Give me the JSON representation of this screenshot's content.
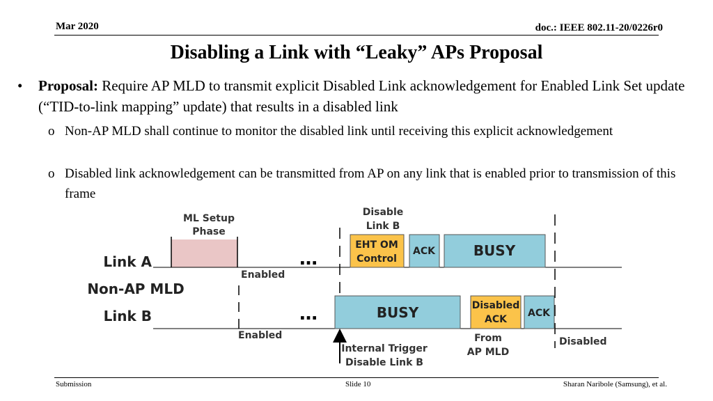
{
  "header": {
    "date": "Mar 2020",
    "doc": "doc.: IEEE 802.11-20/0226r0"
  },
  "title": "Disabling a Link with “Leaky” APs Proposal",
  "bullet": {
    "lead": "Proposal:",
    "text": " Require AP MLD to transmit explicit Disabled Link acknowledgement for Enabled Link Set update (“TID-to-link mapping” update) that results in a disabled link"
  },
  "subbullets": [
    "Non-AP MLD shall continue to monitor the disabled link until receiving this explicit acknowledgement",
    "Disabled link acknowledgement can be transmitted from AP on any link that is enabled prior to transmission of this frame"
  ],
  "diagram": {
    "ml_setup": [
      "ML Setup",
      "Phase"
    ],
    "disable_link_b": [
      "Disable",
      "Link B"
    ],
    "link_a": "Link A",
    "non_ap_mld": "Non-AP MLD",
    "link_b": "Link B",
    "eht_om": [
      "EHT OM",
      "Control"
    ],
    "ack_a": "ACK",
    "busy_a": "BUSY",
    "busy_b": "BUSY",
    "disabled_ack": [
      "Disabled",
      "ACK"
    ],
    "ack_b": "ACK",
    "enabled_a": "Enabled",
    "enabled_b": "Enabled",
    "ellipsis": "…",
    "internal_trigger": [
      "Internal Trigger",
      "Disable Link B"
    ],
    "from_ap": [
      "From",
      "AP MLD"
    ],
    "disabled": "Disabled",
    "colors": {
      "pink": "#eac6c6",
      "blue": "#92cddc",
      "orange": "#fbc34a",
      "line": "#000000"
    }
  },
  "footer": {
    "left": "Submission",
    "center": "Slide 10",
    "right": "Sharan Naribole (Samsung), et al."
  }
}
